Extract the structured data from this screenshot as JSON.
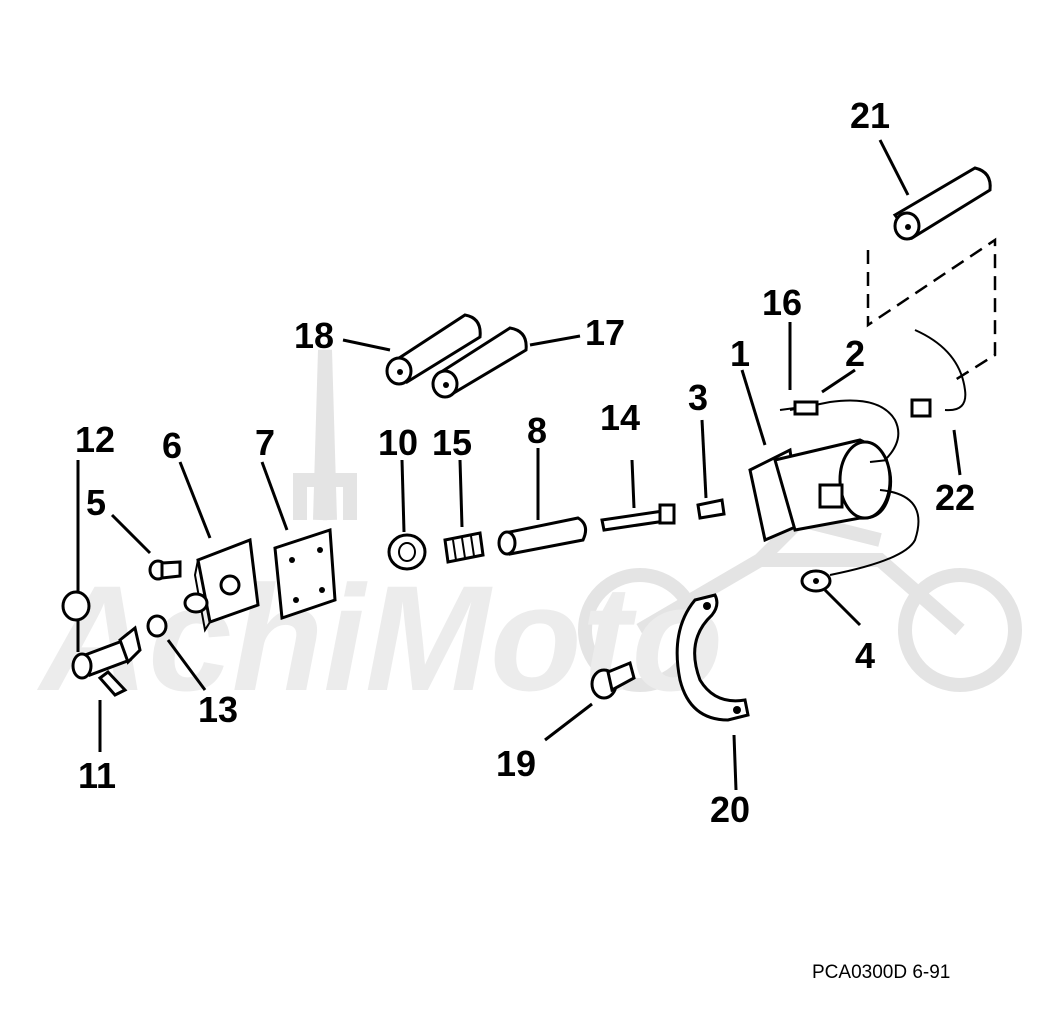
{
  "diagram": {
    "watermark_text": "AchiMoto",
    "drawing_code": "PCA0300D 6-91",
    "callouts": [
      {
        "id": "1",
        "label": "1"
      },
      {
        "id": "2",
        "label": "2"
      },
      {
        "id": "3",
        "label": "3"
      },
      {
        "id": "4",
        "label": "4"
      },
      {
        "id": "5",
        "label": "5"
      },
      {
        "id": "6",
        "label": "6"
      },
      {
        "id": "7",
        "label": "7"
      },
      {
        "id": "8",
        "label": "8"
      },
      {
        "id": "10",
        "label": "10"
      },
      {
        "id": "11",
        "label": "11"
      },
      {
        "id": "12",
        "label": "12"
      },
      {
        "id": "13",
        "label": "13"
      },
      {
        "id": "14",
        "label": "14"
      },
      {
        "id": "15",
        "label": "15"
      },
      {
        "id": "16",
        "label": "16"
      },
      {
        "id": "17",
        "label": "17"
      },
      {
        "id": "18",
        "label": "18"
      },
      {
        "id": "19",
        "label": "19"
      },
      {
        "id": "20",
        "label": "20"
      },
      {
        "id": "21",
        "label": "21"
      },
      {
        "id": "22",
        "label": "22"
      }
    ]
  }
}
